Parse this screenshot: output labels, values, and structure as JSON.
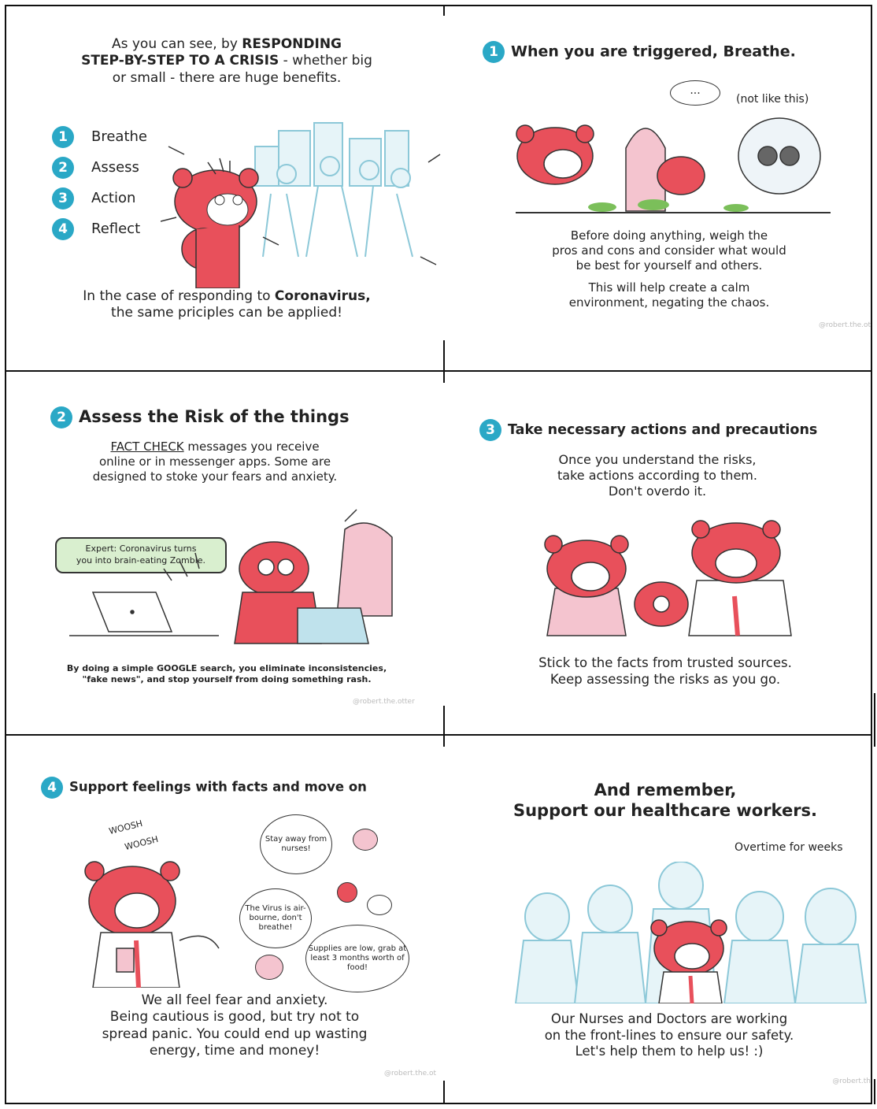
{
  "panels": {
    "p1": {
      "intro_l1_a": "As you can see, by ",
      "intro_l1_b": "RESPONDING",
      "intro_l2_a": "STEP-BY-STEP TO A CRISIS",
      "intro_l2_b": " - whether big",
      "intro_l3": "or small - there are huge benefits.",
      "steps": [
        {
          "num": "1",
          "label": "Breathe"
        },
        {
          "num": "2",
          "label": "Assess"
        },
        {
          "num": "3",
          "label": "Action"
        },
        {
          "num": "4",
          "label": "Reflect"
        }
      ],
      "outro_l1_a": "In the case of responding to ",
      "outro_l1_b": "Coronavirus,",
      "outro_l2": "the same priciples can be applied!"
    },
    "p2": {
      "num": "1",
      "heading": "When you are triggered, Breathe.",
      "caption_not_like": "(not like this)",
      "speech": "...",
      "body_l1": "Before doing anything, weigh the",
      "body_l2": "pros and cons and consider what would",
      "body_l3": "be best for yourself and others.",
      "body_l4": "This will help create a calm",
      "body_l5": "environment, negating the chaos.",
      "watermark": "@robert.the.ot"
    },
    "p3": {
      "num": "2",
      "heading": "Assess the Risk of the things",
      "body_l1_a": "FACT CHECK",
      "body_l1_b": " messages you receive",
      "body_l2": "online or in messenger apps. Some are",
      "body_l3": "designed to stoke your fears and anxiety.",
      "bubble_l1": "Expert: Coronavirus turns",
      "bubble_l2": "you into brain-eating Zombie.",
      "footer_l1": "By doing a simple GOOGLE search, you eliminate inconsistencies,",
      "footer_l2": "\"fake news\", and stop yourself from doing something rash.",
      "watermark": "@robert.the.otter"
    },
    "p4": {
      "num": "3",
      "heading": "Take necessary actions and precautions",
      "body_l1": "Once you understand the risks,",
      "body_l2": "take actions according to them.",
      "body_l3": "Don't overdo it.",
      "footer_l1": "Stick to the facts from trusted sources.",
      "footer_l2": "Keep assessing the risks as you go."
    },
    "p5": {
      "num": "4",
      "heading": "Support feelings with facts and move on",
      "woosh1": "WOOSH",
      "woosh2": "WOOSH",
      "cloud1": "Stay away from nurses!",
      "cloud2": "The Virus is air-bourne, don't breathe!",
      "cloud3": "Supplies are low, grab at least 3 months worth of food!",
      "body_l1": "We all feel fear and anxiety.",
      "body_l2": "Being cautious is good, but try not to",
      "body_l3": "spread panic. You could end up wasting",
      "body_l4": "energy, time and money!",
      "watermark": "@robert.the.ot"
    },
    "p6": {
      "heading_l1": "And remember,",
      "heading_l2": "Support our healthcare workers.",
      "overtime": "Overtime for weeks",
      "body_l1": "Our Nurses and Doctors are working",
      "body_l2": "on the front-lines to ensure our safety.",
      "body_l3": "Let's help them to help us! :)",
      "watermark": "@robert.th"
    }
  },
  "colors": {
    "accent": "#2aa8c6",
    "otter": "#e8505b",
    "light_blue": "#bfe2ec",
    "bubble_green": "#d9efcf"
  }
}
